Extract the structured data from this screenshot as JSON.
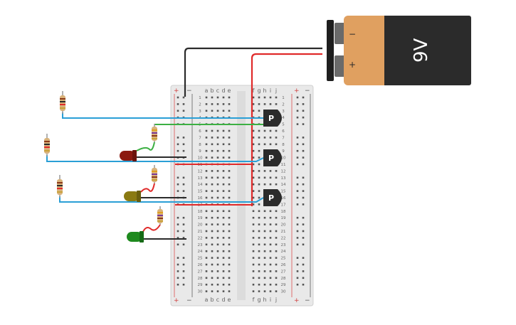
{
  "battery": {
    "label": "9V",
    "minus_sign": "−",
    "plus_sign": "+"
  },
  "breadboard": {
    "columns_left": [
      "a",
      "b",
      "c",
      "d",
      "e"
    ],
    "columns_right": [
      "f",
      "g",
      "h",
      "i",
      "j"
    ],
    "row_count": 30,
    "rail_plus": "+",
    "rail_minus": "−"
  },
  "transistors": [
    {
      "label": "P"
    },
    {
      "label": "P"
    },
    {
      "label": "P"
    }
  ],
  "leds": [
    {
      "name": "red-led",
      "color": "#8b1a10"
    },
    {
      "name": "yellow-led",
      "color": "#8a7a12"
    },
    {
      "name": "green-led",
      "color": "#1e8a1e"
    }
  ],
  "colors": {
    "wire_blue": "#2a9fd6",
    "wire_red": "#e02a2a",
    "wire_black": "#2b2b2b",
    "wire_green": "#3cb043",
    "battery_body": "#2b2b2b",
    "battery_label": "#e0a060",
    "board": "#e9e9e9"
  }
}
